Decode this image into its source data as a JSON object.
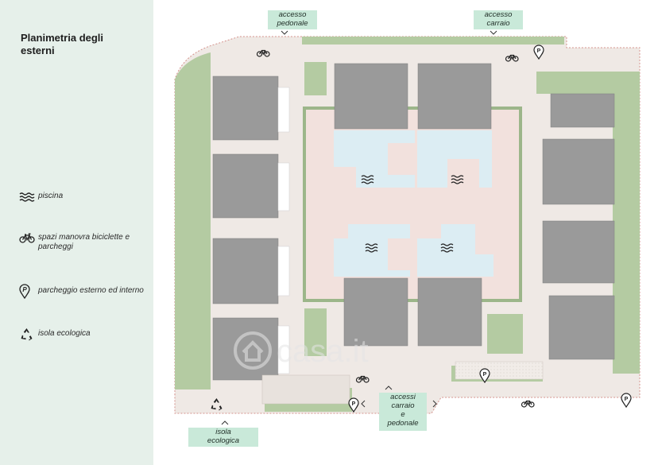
{
  "legend": {
    "title_line1": "Planimetria degli",
    "title_line2": "esterni",
    "items": [
      {
        "icon": "waves-icon",
        "label": "piscina"
      },
      {
        "icon": "bicycle-icon",
        "label_line1": "spazi manovra biciclette e",
        "label_line2": "parcheggi"
      },
      {
        "icon": "parking-pin-icon",
        "label": "parcheggio esterno ed interno"
      },
      {
        "icon": "recycle-icon",
        "label": "isola ecologica"
      }
    ]
  },
  "callouts": {
    "pedonale": {
      "line1": "accesso",
      "line2": "pedonale"
    },
    "carraio": {
      "line1": "accesso",
      "line2": "carraio"
    },
    "accessi": {
      "line1": "accessi",
      "line2": "carraio",
      "line3": "e",
      "line4": "pedonale"
    },
    "isola": {
      "line1": "isola",
      "line2": "ecologica"
    }
  },
  "watermark": {
    "text": "casa.it"
  },
  "colors": {
    "legend_bg": "#e6f0ea",
    "callout_bg": "#c9e9d9",
    "building": "#9a9a9a",
    "green": "#b4cba2",
    "pool": "#dcedf3",
    "courtyard": "#f2e1dd",
    "boundary": "#d4928c"
  }
}
